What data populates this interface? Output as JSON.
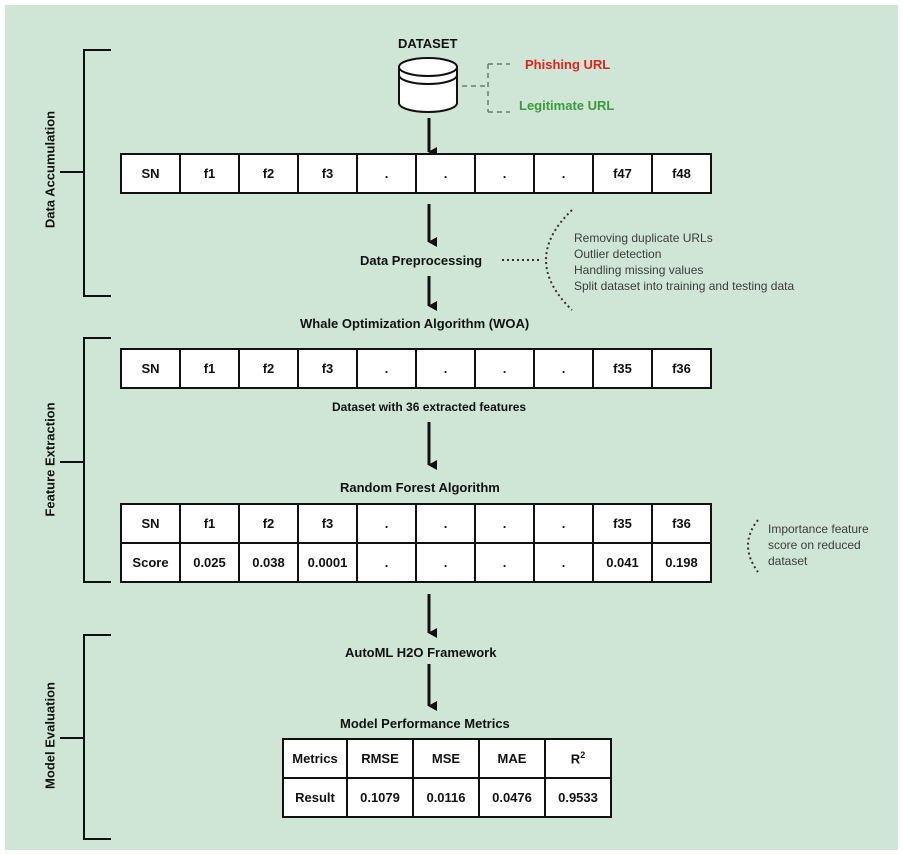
{
  "dataset_label": "DATASET",
  "phishing_label": "Phishing URL",
  "legit_label": "Legitimate URL",
  "colors": {
    "background": "#cfe6d6",
    "phishing": "#e0221d",
    "legitimate": "#3b9a3b"
  },
  "sections": {
    "data_accumulation": "Data Accumulation",
    "feature_extraction": "Feature Extraction",
    "model_evaluation": "Model Evaluation"
  },
  "table1": [
    "SN",
    "f1",
    "f2",
    "f3",
    ".",
    ".",
    ".",
    ".",
    "f47",
    "f48"
  ],
  "preprocessing": {
    "label": "Data Preprocessing",
    "steps": [
      "Removing duplicate URLs",
      "Outlier detection",
      "Handling missing values",
      "Split dataset into training and testing data"
    ]
  },
  "woa_label": "Whale Optimization Algorithm (WOA)",
  "table2": [
    "SN",
    "f1",
    "f2",
    "f3",
    ".",
    ".",
    ".",
    ".",
    "f35",
    "f36"
  ],
  "table2_caption": "Dataset with 36 extracted features",
  "rf_label": "Random Forest Algorithm",
  "table3": {
    "header": [
      "SN",
      "f1",
      "f2",
      "f3",
      ".",
      ".",
      ".",
      ".",
      "f35",
      "f36"
    ],
    "scores": [
      "Score",
      "0.025",
      "0.038",
      "0.0001",
      ".",
      ".",
      ".",
      ".",
      "0.041",
      "0.198"
    ]
  },
  "importance_note": [
    "Importance feature",
    "score on reduced",
    "dataset"
  ],
  "automl_label": "AutoML H2O Framework",
  "metrics_title": "Model Performance Metrics",
  "metrics": {
    "header": [
      "Metrics",
      "RMSE",
      "MSE",
      "MAE",
      "R"
    ],
    "r_sup": "2",
    "result": [
      "Result",
      "0.1079",
      "0.0116",
      "0.0476",
      "0.9533"
    ]
  }
}
